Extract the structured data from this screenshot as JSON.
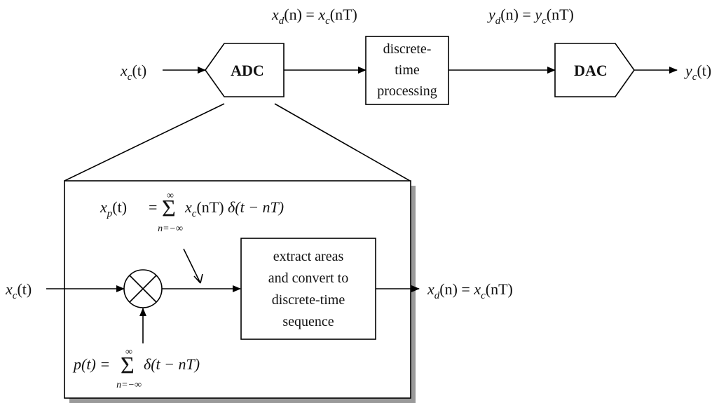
{
  "top": {
    "input_var": "x",
    "input_sub": "c",
    "input_arg": "(t)",
    "adc_label": "ADC",
    "dac_label": "DAC",
    "processing_lines": [
      "discrete-",
      "time",
      "processing"
    ],
    "output_var": "y",
    "output_sub": "c",
    "output_arg": "(t)",
    "xd_label": {
      "lhs_var": "x",
      "lhs_sub": "d",
      "lhs_arg": "(n) = ",
      "rhs_var": "x",
      "rhs_sub": "c",
      "rhs_arg": "(nT)"
    },
    "yd_label": {
      "lhs_var": "y",
      "lhs_sub": "d",
      "lhs_arg": "(n) = ",
      "rhs_var": "y",
      "rhs_sub": "c",
      "rhs_arg": "(nT)"
    }
  },
  "detail": {
    "input_var": "x",
    "input_sub": "c",
    "input_arg": "(t)",
    "multiplier_symbol": "×",
    "xp": {
      "lhs_var": "x",
      "lhs_sub": "p",
      "lhs_arg": "(t)",
      "eq": "=",
      "sum_symbol": "Σ",
      "upper": "∞",
      "lower": "n=−∞",
      "term_var": "x",
      "term_sub": "c",
      "term_arg": "(nT) ",
      "delta": "δ(t − nT)"
    },
    "p": {
      "lhs": "p(t) =",
      "sum_symbol": "Σ",
      "upper": "∞",
      "lower": "n=−∞",
      "delta": "δ(t − nT)"
    },
    "extract_lines": [
      "extract areas",
      "and convert to",
      "discrete-time",
      "sequence"
    ],
    "output": {
      "lhs_var": "x",
      "lhs_sub": "d",
      "lhs_arg": "(n) = ",
      "rhs_var": "x",
      "rhs_sub": "c",
      "rhs_arg": "(nT)"
    }
  }
}
